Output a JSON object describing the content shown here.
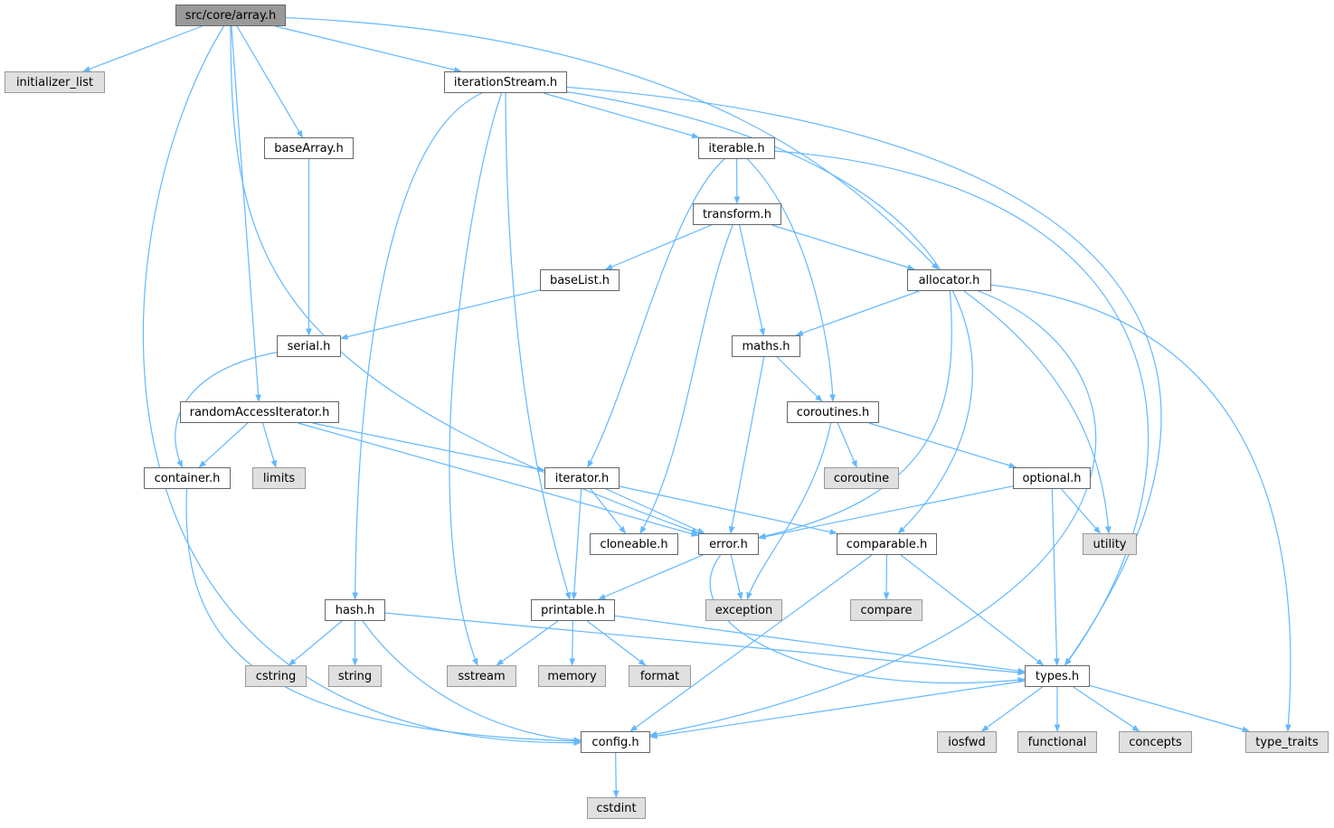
{
  "graph": {
    "nodes": [
      {
        "id": "array",
        "label": "src/core/array.h",
        "kind": "root"
      },
      {
        "id": "initializer_list",
        "label": "initializer_list",
        "kind": "system"
      },
      {
        "id": "iterationStream",
        "label": "iterationStream.h",
        "kind": "file"
      },
      {
        "id": "baseArray",
        "label": "baseArray.h",
        "kind": "file"
      },
      {
        "id": "iterable",
        "label": "iterable.h",
        "kind": "file"
      },
      {
        "id": "transform",
        "label": "transform.h",
        "kind": "file"
      },
      {
        "id": "baseList",
        "label": "baseList.h",
        "kind": "file"
      },
      {
        "id": "allocator",
        "label": "allocator.h",
        "kind": "file"
      },
      {
        "id": "serial",
        "label": "serial.h",
        "kind": "file"
      },
      {
        "id": "maths",
        "label": "maths.h",
        "kind": "file"
      },
      {
        "id": "randomAccessIterator",
        "label": "randomAccessIterator.h",
        "kind": "file"
      },
      {
        "id": "coroutines",
        "label": "coroutines.h",
        "kind": "file"
      },
      {
        "id": "container",
        "label": "container.h",
        "kind": "file"
      },
      {
        "id": "limits",
        "label": "limits",
        "kind": "system"
      },
      {
        "id": "coroutine",
        "label": "coroutine",
        "kind": "system"
      },
      {
        "id": "iterator",
        "label": "iterator.h",
        "kind": "file"
      },
      {
        "id": "optional",
        "label": "optional.h",
        "kind": "file"
      },
      {
        "id": "cloneable",
        "label": "cloneable.h",
        "kind": "file"
      },
      {
        "id": "error",
        "label": "error.h",
        "kind": "file"
      },
      {
        "id": "comparable",
        "label": "comparable.h",
        "kind": "file"
      },
      {
        "id": "utility",
        "label": "utility",
        "kind": "system"
      },
      {
        "id": "hash",
        "label": "hash.h",
        "kind": "file"
      },
      {
        "id": "printable",
        "label": "printable.h",
        "kind": "file"
      },
      {
        "id": "exception",
        "label": "exception",
        "kind": "system"
      },
      {
        "id": "compare",
        "label": "compare",
        "kind": "system"
      },
      {
        "id": "cstring",
        "label": "cstring",
        "kind": "system"
      },
      {
        "id": "string",
        "label": "string",
        "kind": "system"
      },
      {
        "id": "sstream",
        "label": "sstream",
        "kind": "system"
      },
      {
        "id": "memory",
        "label": "memory",
        "kind": "system"
      },
      {
        "id": "format",
        "label": "format",
        "kind": "system"
      },
      {
        "id": "types",
        "label": "types.h",
        "kind": "file"
      },
      {
        "id": "config",
        "label": "config.h",
        "kind": "file"
      },
      {
        "id": "iosfwd",
        "label": "iosfwd",
        "kind": "system"
      },
      {
        "id": "functional",
        "label": "functional",
        "kind": "system"
      },
      {
        "id": "concepts",
        "label": "concepts",
        "kind": "system"
      },
      {
        "id": "type_traits",
        "label": "type_traits",
        "kind": "system"
      },
      {
        "id": "cstdint",
        "label": "cstdint",
        "kind": "system"
      }
    ],
    "edges": [
      [
        "array",
        "initializer_list"
      ],
      [
        "array",
        "iterationStream"
      ],
      [
        "array",
        "baseArray"
      ],
      [
        "array",
        "allocator"
      ],
      [
        "array",
        "randomAccessIterator"
      ],
      [
        "array",
        "error"
      ],
      [
        "array",
        "config"
      ],
      [
        "iterationStream",
        "iterable"
      ],
      [
        "iterationStream",
        "hash"
      ],
      [
        "iterationStream",
        "sstream"
      ],
      [
        "iterationStream",
        "printable"
      ],
      [
        "iterationStream",
        "comparable"
      ],
      [
        "iterationStream",
        "types"
      ],
      [
        "baseArray",
        "serial"
      ],
      [
        "iterable",
        "transform"
      ],
      [
        "iterable",
        "iterator"
      ],
      [
        "iterable",
        "coroutines"
      ],
      [
        "iterable",
        "types"
      ],
      [
        "transform",
        "baseList"
      ],
      [
        "transform",
        "cloneable"
      ],
      [
        "transform",
        "maths"
      ],
      [
        "transform",
        "allocator"
      ],
      [
        "baseList",
        "serial"
      ],
      [
        "allocator",
        "maths"
      ],
      [
        "allocator",
        "error"
      ],
      [
        "allocator",
        "utility"
      ],
      [
        "allocator",
        "config"
      ],
      [
        "allocator",
        "type_traits"
      ],
      [
        "serial",
        "container"
      ],
      [
        "maths",
        "coroutines"
      ],
      [
        "maths",
        "error"
      ],
      [
        "randomAccessIterator",
        "container"
      ],
      [
        "randomAccessIterator",
        "limits"
      ],
      [
        "randomAccessIterator",
        "iterator"
      ],
      [
        "randomAccessIterator",
        "error"
      ],
      [
        "coroutines",
        "coroutine"
      ],
      [
        "coroutines",
        "optional"
      ],
      [
        "coroutines",
        "exception"
      ],
      [
        "container",
        "config"
      ],
      [
        "iterator",
        "cloneable"
      ],
      [
        "iterator",
        "error"
      ],
      [
        "iterator",
        "printable"
      ],
      [
        "iterator",
        "comparable"
      ],
      [
        "optional",
        "error"
      ],
      [
        "optional",
        "utility"
      ],
      [
        "optional",
        "types"
      ],
      [
        "error",
        "exception"
      ],
      [
        "error",
        "printable"
      ],
      [
        "error",
        "types"
      ],
      [
        "comparable",
        "compare"
      ],
      [
        "comparable",
        "types"
      ],
      [
        "comparable",
        "config"
      ],
      [
        "hash",
        "cstring"
      ],
      [
        "hash",
        "string"
      ],
      [
        "hash",
        "types"
      ],
      [
        "hash",
        "config"
      ],
      [
        "printable",
        "sstream"
      ],
      [
        "printable",
        "memory"
      ],
      [
        "printable",
        "format"
      ],
      [
        "printable",
        "types"
      ],
      [
        "types",
        "config"
      ],
      [
        "types",
        "iosfwd"
      ],
      [
        "types",
        "functional"
      ],
      [
        "types",
        "concepts"
      ],
      [
        "types",
        "type_traits"
      ],
      [
        "config",
        "cstdint"
      ]
    ],
    "colors": {
      "edge": "#63b8ff",
      "root_fill": "#999999",
      "system_fill": "#e0e0e0",
      "border": "#666666"
    }
  }
}
